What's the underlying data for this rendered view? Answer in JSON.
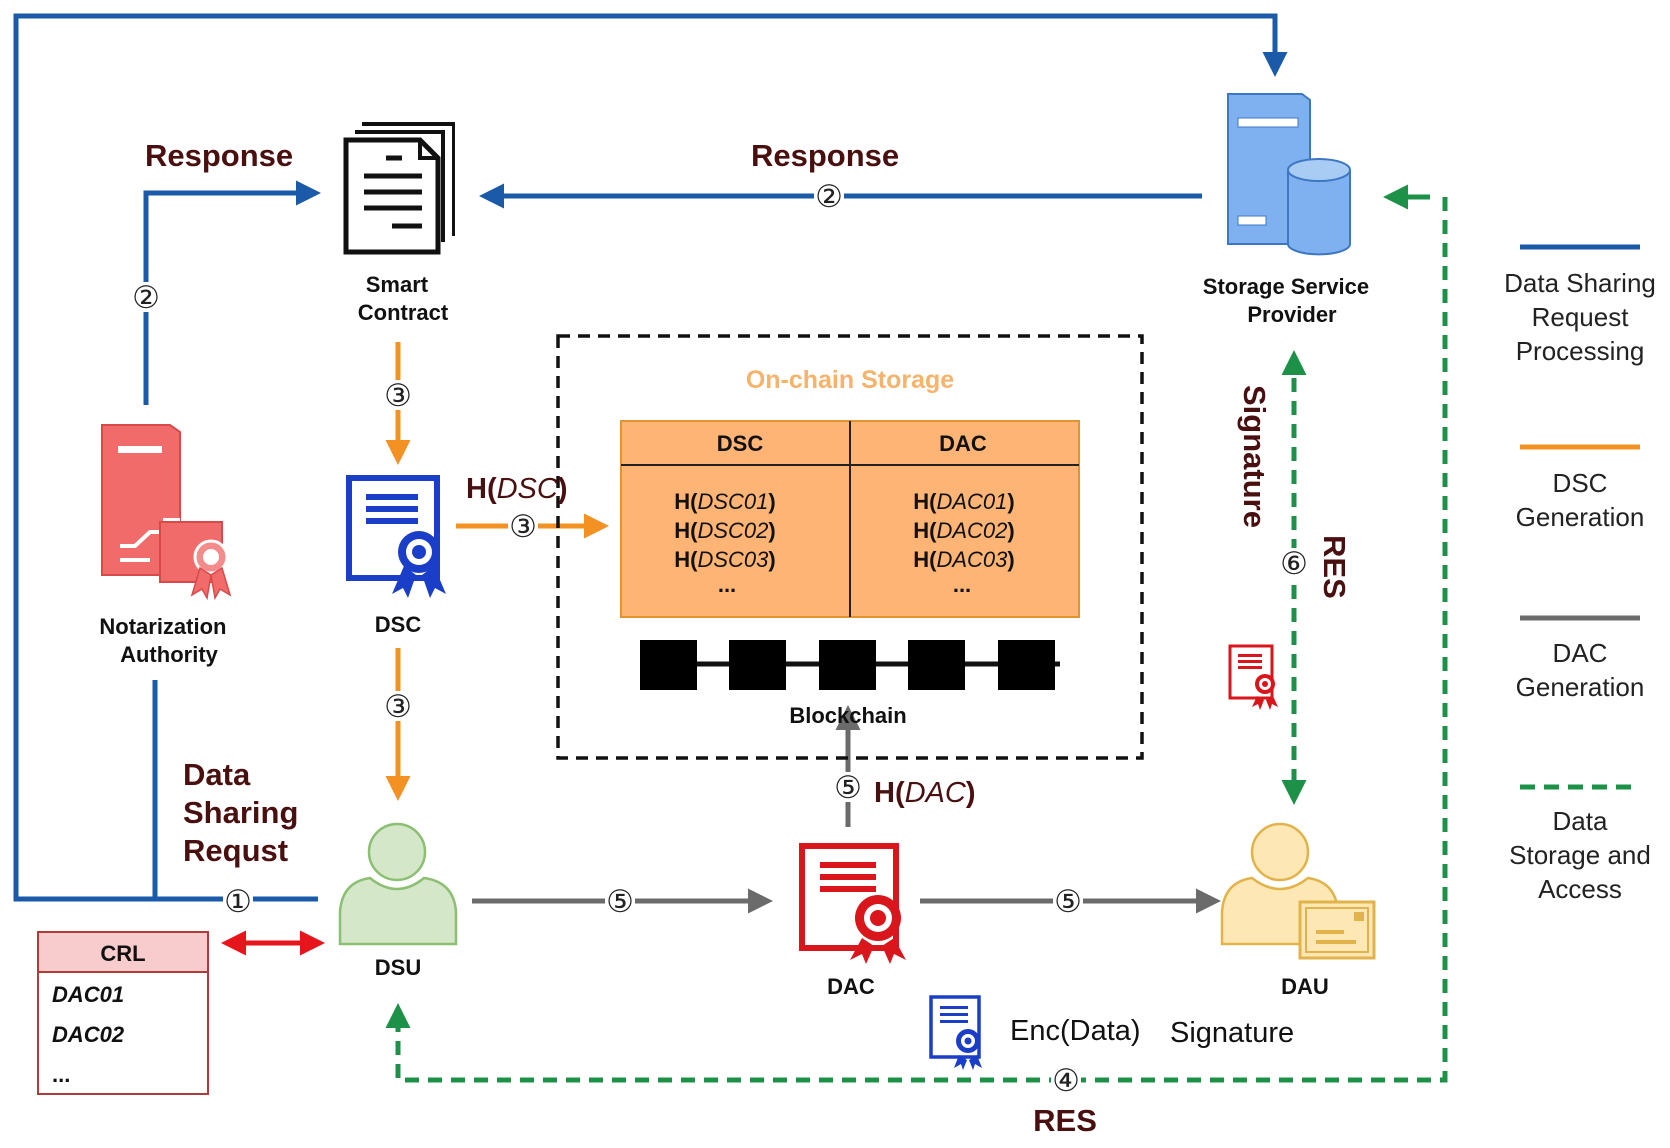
{
  "colors": {
    "request": "#1a5aa8",
    "dsc": "#f39122",
    "dac": "#6b6b6b",
    "storage": "#1e9148",
    "crl_arrow": "#e6141b"
  },
  "nodes": {
    "smart_contract": [
      "Smart",
      "Contract"
    ],
    "storage_provider": [
      "Storage Service",
      "Provider"
    ],
    "notary": [
      "Notarization",
      "Authority"
    ],
    "dsc": "DSC",
    "dsu": "DSU",
    "dac": "DAC",
    "dau": "DAU"
  },
  "labels": {
    "response_left": "Response",
    "response_top": "Response",
    "data_sharing_request": [
      "Data",
      "Sharing",
      "Requst"
    ],
    "h_dsc_prefix": "H(",
    "h_dsc_var": "DSC",
    "h_dsc_suffix": ")",
    "h_dac_prefix": "H(",
    "h_dac_var": "DAC",
    "h_dac_suffix": ")",
    "signature_vertical": "Signature",
    "res_vertical": "RES",
    "enc_data": "Enc(Data)",
    "signature_bottom": "Signature",
    "res_bottom": "RES"
  },
  "steps": {
    "s1": "①",
    "s2": "②",
    "s3": "③",
    "s4": "④",
    "s5": "⑤",
    "s6": "⑥"
  },
  "onchain": {
    "title": "On-chain Storage",
    "columns": [
      "DSC",
      "DAC"
    ],
    "dsc_rows": [
      "DSC01",
      "DSC02",
      "DSC03"
    ],
    "dac_rows": [
      "DAC01",
      "DAC02",
      "DAC03"
    ],
    "hash_prefix": "H(",
    "hash_suffix": ")",
    "ellipsis": "...",
    "blockchain_label": "Blockchain"
  },
  "crl": {
    "header": "CRL",
    "items": [
      "DAC01",
      "DAC02",
      "..."
    ]
  },
  "legend": [
    {
      "lines": [
        "Data Sharing",
        "Request",
        "Processing"
      ],
      "color": "#1a5aa8",
      "style": "solid"
    },
    {
      "lines": [
        "DSC",
        "Generation"
      ],
      "color": "#f39122",
      "style": "solid"
    },
    {
      "lines": [
        "DAC",
        "Generation"
      ],
      "color": "#6b6b6b",
      "style": "solid"
    },
    {
      "lines": [
        "Data",
        "Storage and",
        "Access"
      ],
      "color": "#1e9148",
      "style": "dashed"
    }
  ]
}
